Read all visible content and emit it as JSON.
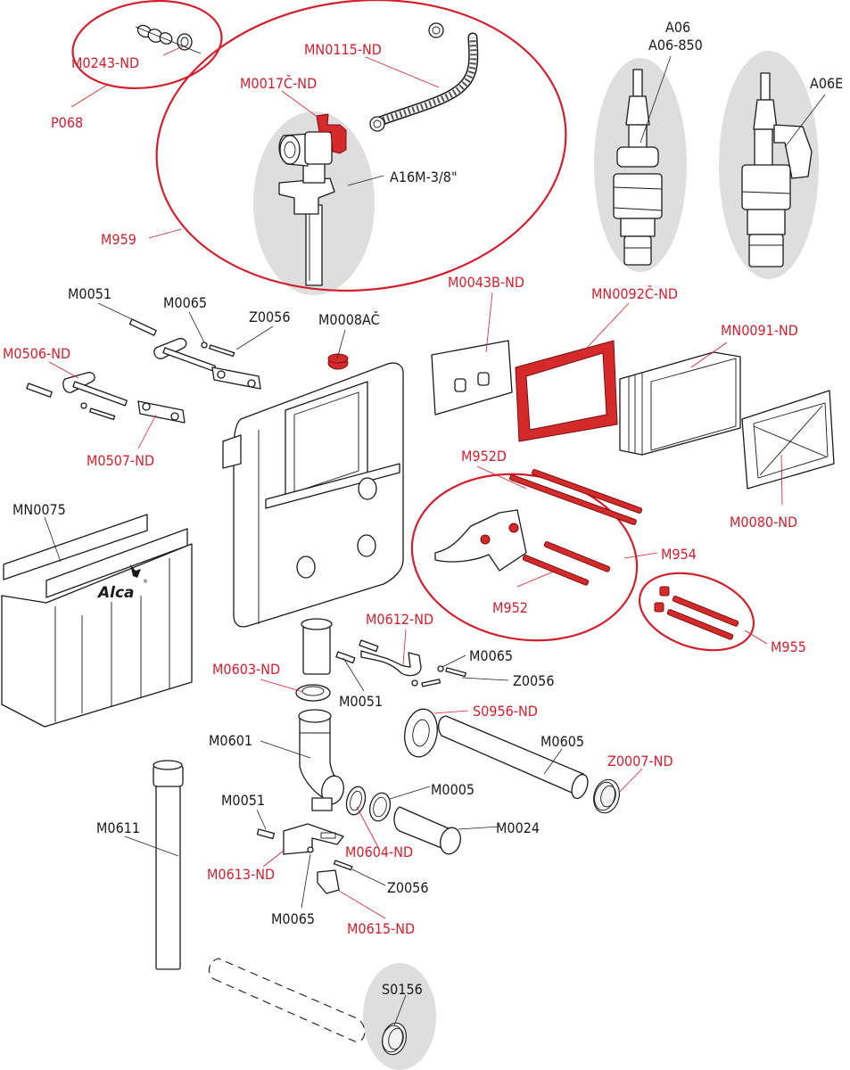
{
  "title": "Concealed cistern spare parts exploded view",
  "brand": {
    "logo_text": "Alca",
    "logo_mark": "®"
  },
  "colors": {
    "highlight_red": "#d0202e",
    "label_black": "#1a1a1a",
    "background_ellipse_grey": "#dedede"
  },
  "groups": [
    {
      "id": "P068",
      "label": "P068",
      "contains": [
        "M0243-ND"
      ]
    },
    {
      "id": "M959",
      "label": "M959",
      "contains": [
        "MN0115-ND",
        "M0017Č-ND",
        "A16M-3/8\""
      ]
    },
    {
      "id": "M954",
      "label": "M954",
      "contains": [
        "M952"
      ]
    },
    {
      "id": "M955",
      "label": "M955",
      "contains": []
    }
  ],
  "labels": {
    "m0243nd": {
      "text": "M0243-ND",
      "color": "red"
    },
    "p068": {
      "text": "P068",
      "color": "red"
    },
    "mn0115nd": {
      "text": "MN0115-ND",
      "color": "red"
    },
    "m0017cnd": {
      "text": "M0017Č-ND",
      "color": "red"
    },
    "a16m": {
      "text": "A16M-3/8\"",
      "color": "black"
    },
    "m959": {
      "text": "M959",
      "color": "red"
    },
    "a06": {
      "text": "A06",
      "color": "black"
    },
    "a06_850": {
      "text": "A06-850",
      "color": "black"
    },
    "a06e": {
      "text": "A06E",
      "color": "black"
    },
    "m0051_top": {
      "text": "M0051",
      "color": "black"
    },
    "m0065_top": {
      "text": "M0065",
      "color": "black"
    },
    "z0056_top": {
      "text": "Z0056",
      "color": "black"
    },
    "m0506nd": {
      "text": "M0506-ND",
      "color": "red"
    },
    "m0507nd": {
      "text": "M0507-ND",
      "color": "red"
    },
    "m0008ac": {
      "text": "M0008AČ",
      "color": "black"
    },
    "m0043bnd": {
      "text": "M0043B-ND",
      "color": "red"
    },
    "mn0092cnd": {
      "text": "MN0092Č-ND",
      "color": "red"
    },
    "mn0091nd": {
      "text": "MN0091-ND",
      "color": "red"
    },
    "m952d": {
      "text": "M952D",
      "color": "red"
    },
    "m0080nd": {
      "text": "M0080-ND",
      "color": "red"
    },
    "mn0075": {
      "text": "MN0075",
      "color": "black"
    },
    "m954": {
      "text": "M954",
      "color": "red"
    },
    "m952": {
      "text": "M952",
      "color": "red"
    },
    "m955": {
      "text": "M955",
      "color": "red"
    },
    "m0612nd": {
      "text": "M0612-ND",
      "color": "red"
    },
    "m0065_mid": {
      "text": "M0065",
      "color": "black"
    },
    "z0056_mid": {
      "text": "Z0056",
      "color": "black"
    },
    "m0603nd": {
      "text": "M0603-ND",
      "color": "red"
    },
    "m0051_mid": {
      "text": "M0051",
      "color": "black"
    },
    "s0956nd": {
      "text": "S0956-ND",
      "color": "red"
    },
    "m0601": {
      "text": "M0601",
      "color": "black"
    },
    "m0605": {
      "text": "M0605",
      "color": "black"
    },
    "z0007nd": {
      "text": "Z0007-ND",
      "color": "red"
    },
    "m0005": {
      "text": "M0005",
      "color": "black"
    },
    "m0051_low": {
      "text": "M0051",
      "color": "black"
    },
    "m0611": {
      "text": "M0611",
      "color": "black"
    },
    "m0024": {
      "text": "M0024",
      "color": "black"
    },
    "m0604nd": {
      "text": "M0604-ND",
      "color": "red"
    },
    "m0613nd": {
      "text": "M0613-ND",
      "color": "red"
    },
    "z0056_low": {
      "text": "Z0056",
      "color": "black"
    },
    "m0065_low": {
      "text": "M0065",
      "color": "black"
    },
    "m0615nd": {
      "text": "M0615-ND",
      "color": "red"
    },
    "s0156": {
      "text": "S0156",
      "color": "black"
    }
  }
}
